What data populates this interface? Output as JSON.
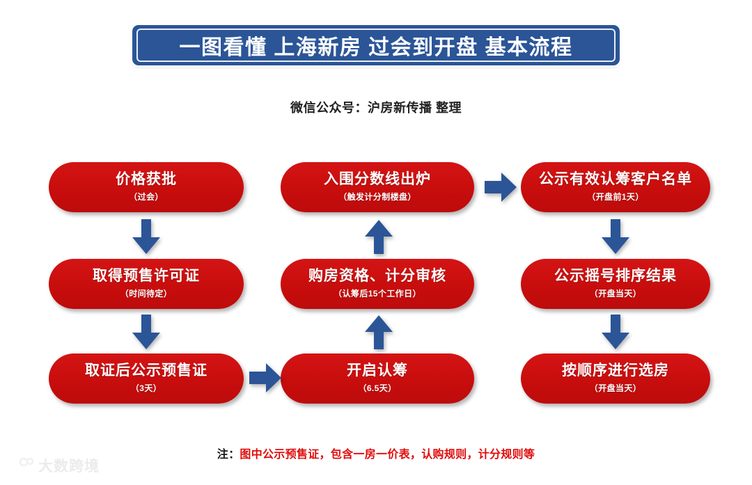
{
  "title": {
    "text": "一图看懂 上海新房 过会到开盘 基本流程",
    "banner_color": "#2b5597",
    "text_color": "#ffffff"
  },
  "subtitle": {
    "text": "微信公众号：沪房新传播 整理"
  },
  "theme": {
    "node_color": "#c80d0d",
    "arrow_color": "#2b5597",
    "note_color": "#e00b0b"
  },
  "flow": {
    "columns": [
      {
        "id": "column-1",
        "nodes": [
          {
            "main": "价格获批",
            "sub": "（过会）"
          },
          {
            "main": "取得预售许可证",
            "sub": "（时间待定）"
          },
          {
            "main": "取证后公示预售证",
            "sub": "（3天）"
          }
        ]
      },
      {
        "id": "column-2",
        "nodes": [
          {
            "main": "入围分数线出炉",
            "sub": "（触发计分制楼盘）"
          },
          {
            "main": "购房资格、计分审核",
            "sub": "（认筹后15个工作日）"
          },
          {
            "main": "开启认筹",
            "sub": "（6.5天）"
          }
        ]
      },
      {
        "id": "column-3",
        "nodes": [
          {
            "main": "公示有效认筹客户名单",
            "sub": "（开盘前1天）"
          },
          {
            "main": "公示摇号排序结果",
            "sub": "（开盘当天）"
          },
          {
            "main": "按顺序进行选房",
            "sub": "（开盘当天）"
          }
        ]
      }
    ],
    "arrows": [
      {
        "name": "arrow-col1-row1-to-row2",
        "direction": "down"
      },
      {
        "name": "arrow-col1-row2-to-row3",
        "direction": "down"
      },
      {
        "name": "arrow-col1-row3-to-col2-row3",
        "direction": "right"
      },
      {
        "name": "arrow-col2-row3-to-row2",
        "direction": "up"
      },
      {
        "name": "arrow-col2-row2-to-row1",
        "direction": "up"
      },
      {
        "name": "arrow-col2-row1-to-col3-row1",
        "direction": "right"
      },
      {
        "name": "arrow-col3-row1-to-row2",
        "direction": "down"
      },
      {
        "name": "arrow-col3-row2-to-row3",
        "direction": "down"
      }
    ]
  },
  "footnote": {
    "label": "注：",
    "body": "图中公示预售证，包含一房一价表，认购规则，计分规则等"
  },
  "watermark": {
    "text": "大数跨境"
  }
}
